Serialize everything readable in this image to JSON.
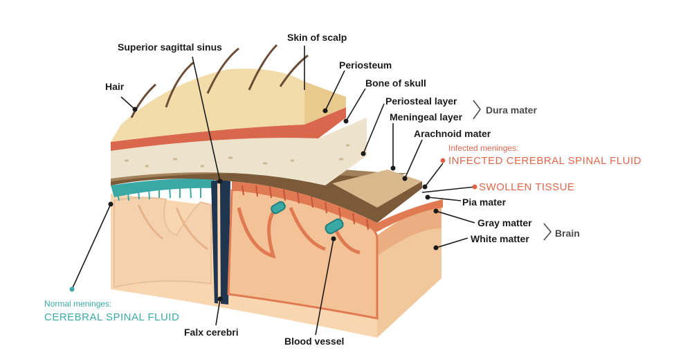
{
  "labels": {
    "superior_sagittal_sinus": "Superior sagittal sinus",
    "skin_of_scalp": "Skin of scalp",
    "periosteum": "Periosteum",
    "hair": "Hair",
    "bone_of_skull": "Bone of skull",
    "periosteal_layer": "Periosteal layer",
    "meningeal_layer": "Meningeal layer",
    "dura_mater": "Dura mater",
    "arachnoid_mater": "Arachnoid mater",
    "infected_meninges_caption": "Infected meninges:",
    "infected_csf": "INFECTED CEREBRAL SPINAL FLUID",
    "swollen_tissue": "SWOLLEN TISSUE",
    "pia_mater": "Pia mater",
    "gray_matter": "Gray matter",
    "white_matter": "White matter",
    "brain": "Brain",
    "normal_meninges_caption": "Normal meninges:",
    "normal_csf": "CEREBRAL SPINAL FLUID",
    "falx_cerebri": "Falx cerebri",
    "blood_vessel": "Blood vessel"
  },
  "colors": {
    "infected_accent": "#e0664a",
    "normal_accent": "#3aa9a6",
    "scalp": "#f2dcaa",
    "bone": "#ede3cc",
    "dura": "#8a6b45",
    "white_matter": "#f7d6b0",
    "gray_matter": "#e8a97c",
    "infected_tissue": "#e07a52"
  }
}
